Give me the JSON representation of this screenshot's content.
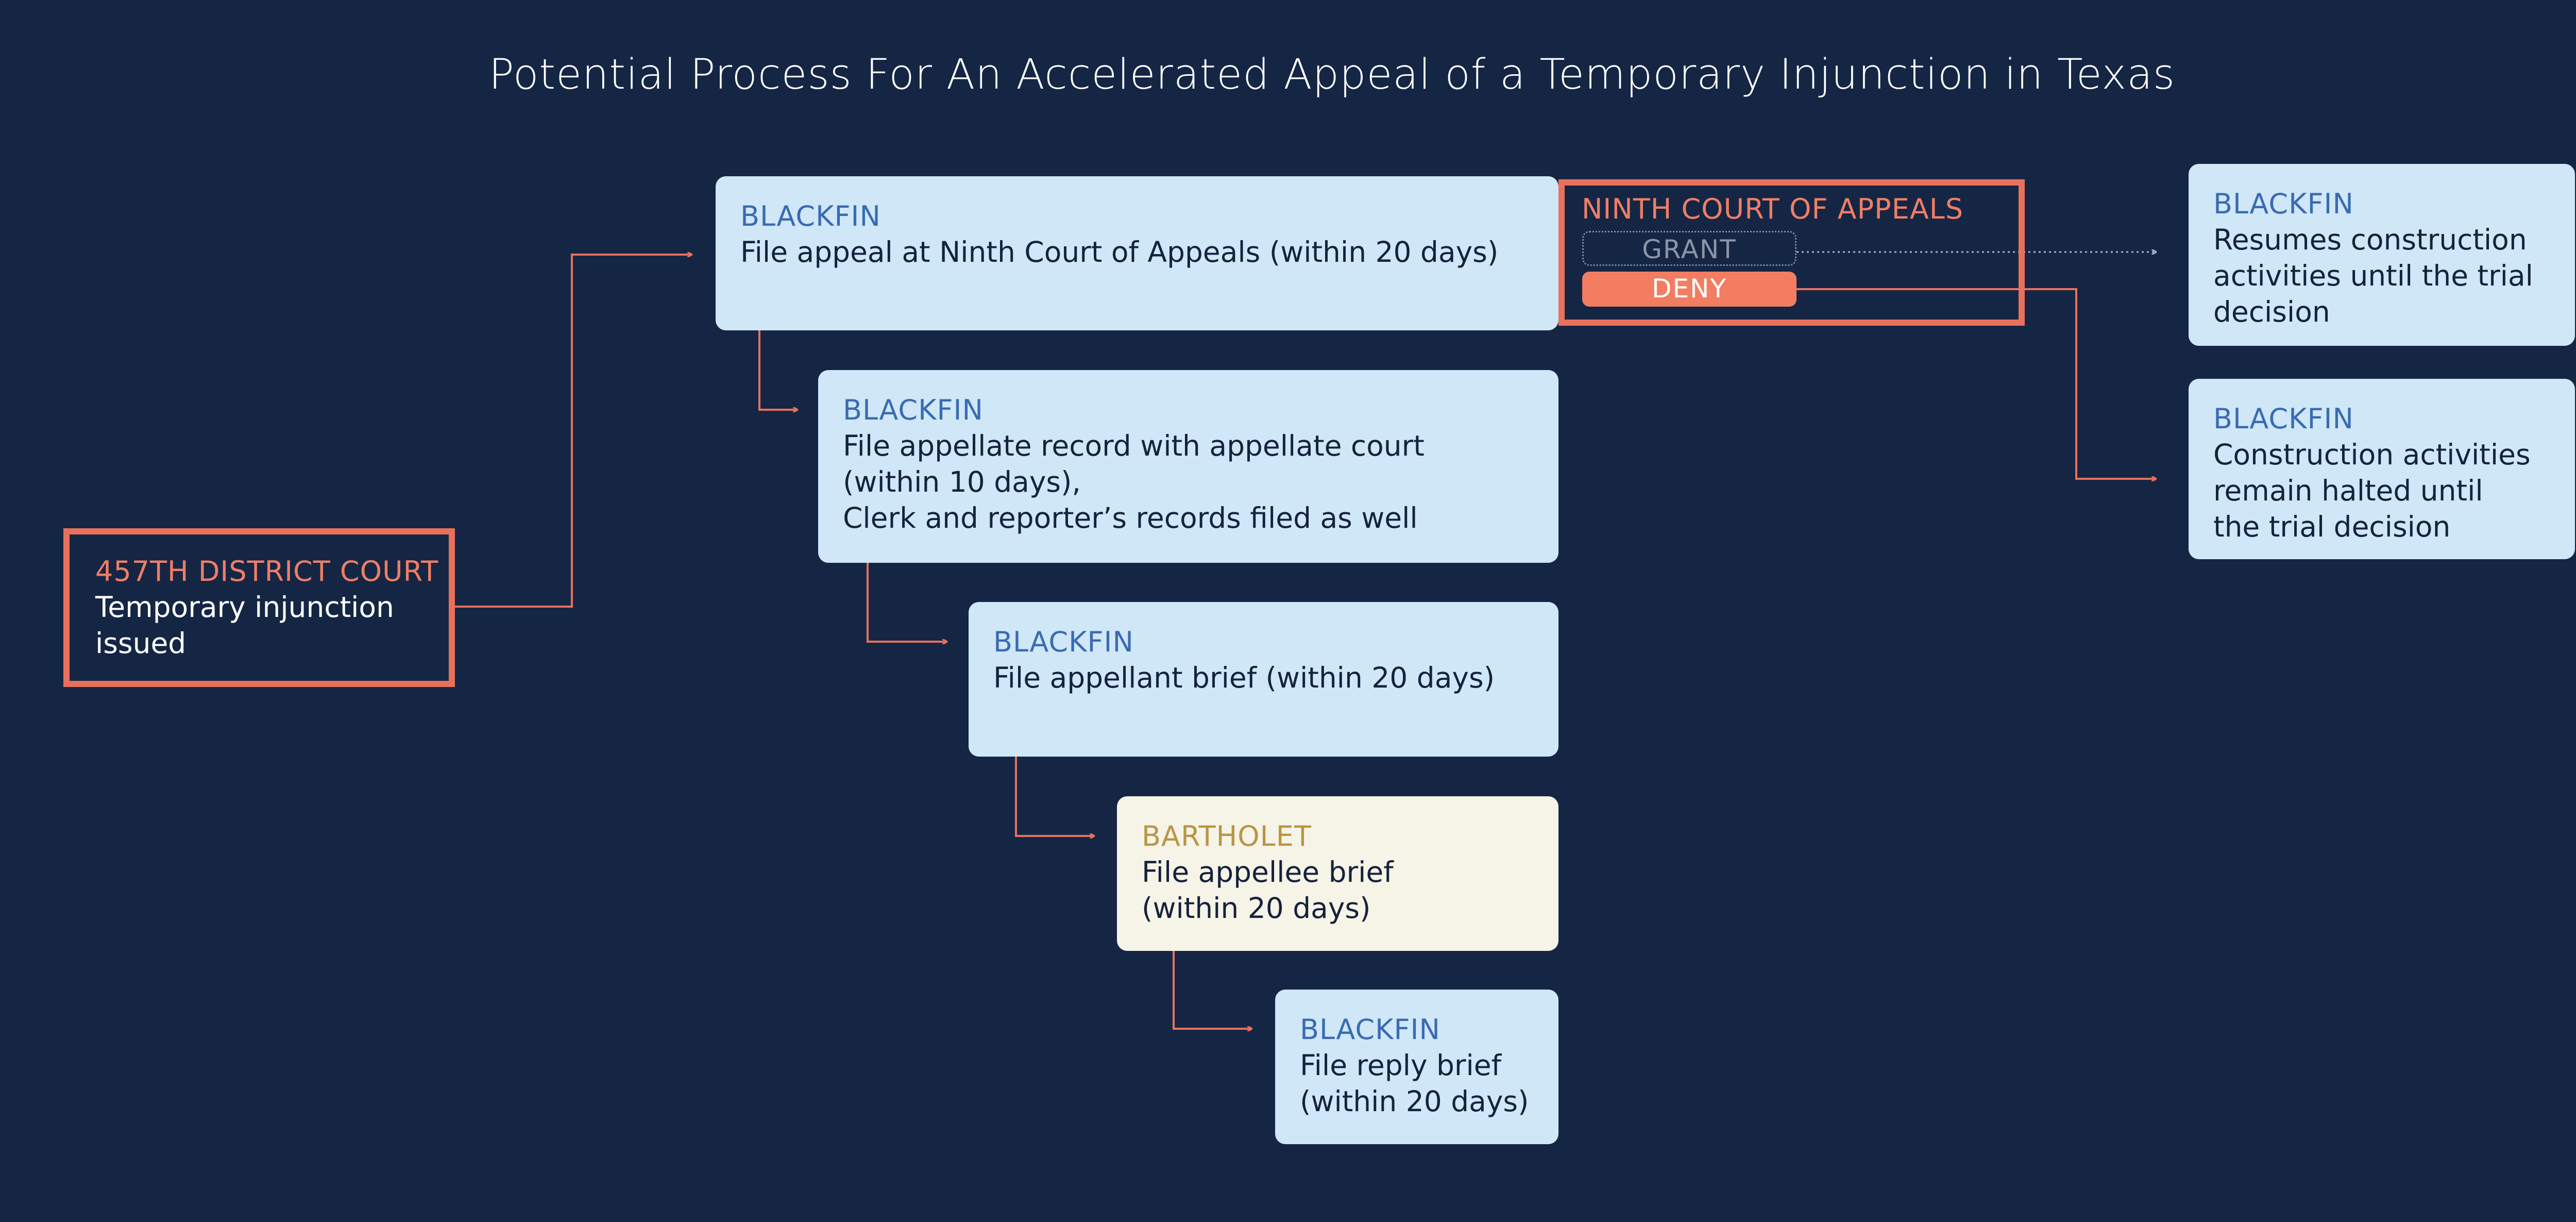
{
  "title": "Potential Process For An Accelerated Appeal of a Temporary Injunction in Texas",
  "colors": {
    "background": "#152645",
    "accent": "#e8715c",
    "blue_box": "#cfe7f7",
    "cream_box": "#f6f4e6",
    "blackfin_label": "#3a6bb2",
    "bartholet_label": "#b99546"
  },
  "district": {
    "actor": "457TH DISTRICT COURT",
    "desc": "Temporary injunction\nissued"
  },
  "steps": [
    {
      "actor": "BLACKFIN",
      "desc": "File appeal at Ninth Court of Appeals (within 20 days)"
    },
    {
      "actor": "BLACKFIN",
      "desc": "File appellate record with appellate court\n(within 10 days),\nClerk and reporter’s records filed as well"
    },
    {
      "actor": "BLACKFIN",
      "desc": "File appellant brief (within 20 days)"
    },
    {
      "actor": "BARTHOLET",
      "desc": "File appellee brief\n(within 20 days)"
    },
    {
      "actor": "BLACKFIN",
      "desc": "File reply brief\n(within 20 days)"
    }
  ],
  "court": {
    "label": "NINTH COURT OF APPEALS",
    "grant": "GRANT",
    "deny": "DENY"
  },
  "outcomes": [
    {
      "actor": "BLACKFIN",
      "desc": "Resumes construction\nactivities until the trial\ndecision"
    },
    {
      "actor": "BLACKFIN",
      "desc": "Construction activities\nremain halted until\nthe trial decision"
    }
  ]
}
